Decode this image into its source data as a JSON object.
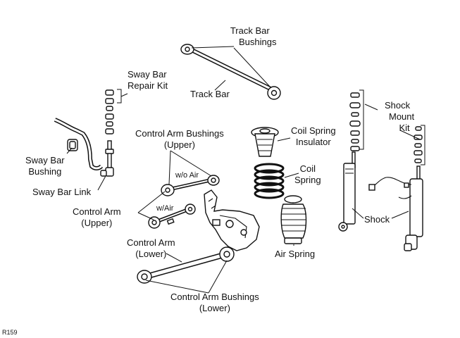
{
  "labels": {
    "track_bar_bushings": [
      "Track Bar",
      "Bushings"
    ],
    "track_bar": "Track Bar",
    "sway_bar_repair_kit": [
      "Sway Bar",
      "Repair Kit"
    ],
    "sway_bar_bushing": [
      "Sway Bar",
      "Bushing"
    ],
    "sway_bar_link": "Sway Bar Link",
    "control_arm_bushings_upper": [
      "Control Arm Bushings",
      "(Upper)"
    ],
    "wo_air": "w/o Air",
    "w_air": "w/Air",
    "control_arm_upper": [
      "Control Arm",
      "(Upper)"
    ],
    "control_arm_lower": [
      "Control Arm",
      "(Lower)"
    ],
    "control_arm_bushings_lower": [
      "Control Arm Bushings",
      "(Lower)"
    ],
    "coil_spring_insulator": [
      "Coil Spring",
      "Insulator"
    ],
    "coil_spring": [
      "Coil",
      "Spring"
    ],
    "air_spring": "Air Spring",
    "shock_mount_kit": [
      "Shock",
      "Mount",
      "Kit"
    ],
    "shock": "Shock",
    "figure_code": "R159"
  }
}
